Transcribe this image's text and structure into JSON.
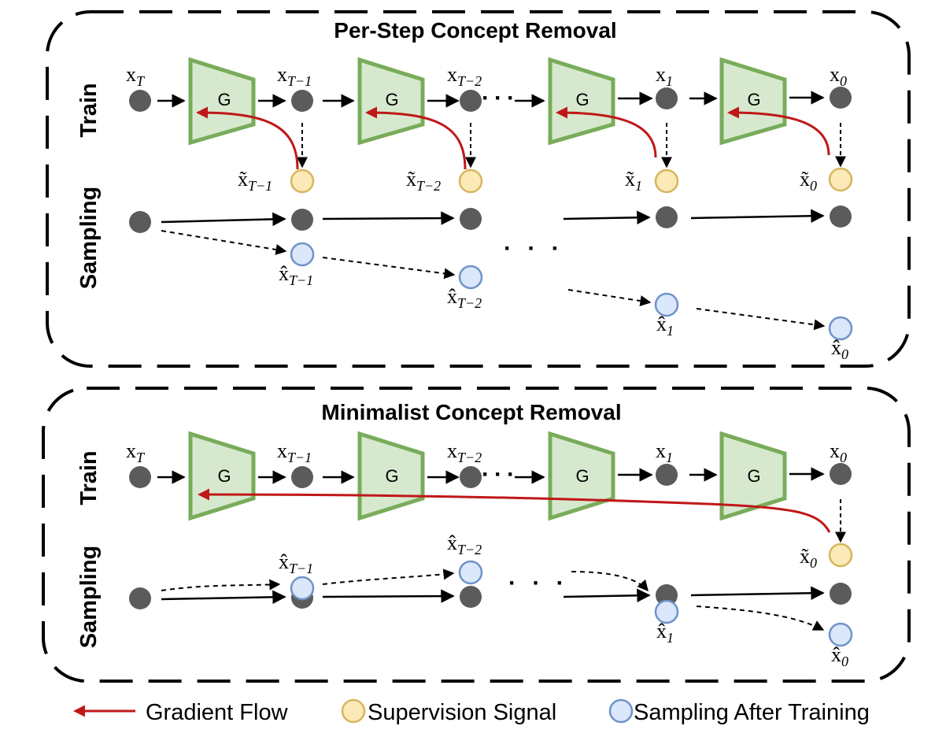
{
  "panels": {
    "top": {
      "title": "Per-Step Concept Removal",
      "train_label": "Train",
      "sampling_label": "Sampling"
    },
    "bottom": {
      "title": "Minimalist Concept Removal",
      "train_label": "Train",
      "sampling_label": "Sampling"
    }
  },
  "generator_label": "G",
  "variables": {
    "xT": {
      "base": "x",
      "sub": "T"
    },
    "xT1": {
      "base": "x",
      "sub": "T−1"
    },
    "xT2": {
      "base": "x",
      "sub": "T−2"
    },
    "x1": {
      "base": "x",
      "sub": "1"
    },
    "x0": {
      "base": "x",
      "sub": "0"
    },
    "tilde_xT1": {
      "base": "x̃",
      "sub": "T−1"
    },
    "tilde_xT2": {
      "base": "x̃",
      "sub": "T−2"
    },
    "tilde_x1": {
      "base": "x̃",
      "sub": "1"
    },
    "tilde_x0": {
      "base": "x̃",
      "sub": "0"
    },
    "hat_xT1": {
      "base": "x̂",
      "sub": "T−1"
    },
    "hat_xT2": {
      "base": "x̂",
      "sub": "T−2"
    },
    "hat_x1": {
      "base": "x̂",
      "sub": "1"
    },
    "hat_x0": {
      "base": "x̂",
      "sub": "0"
    }
  },
  "ellipsis": "· · ·",
  "legend": {
    "gradient_flow": "Gradient Flow",
    "supervision_signal": "Supervision Signal",
    "sampling_after_training": "Sampling After Training"
  },
  "colors": {
    "gray_node": "#5b5b5b",
    "supervision_fill": "#fbe9b7",
    "supervision_stroke": "#d7b65e",
    "sampling_fill": "#dbe7fb",
    "sampling_stroke": "#6f93c9",
    "generator_fill": "#d6e9cf",
    "generator_stroke": "#79ac5a",
    "gradient_arrow": "#c01818",
    "line": "#000000"
  }
}
